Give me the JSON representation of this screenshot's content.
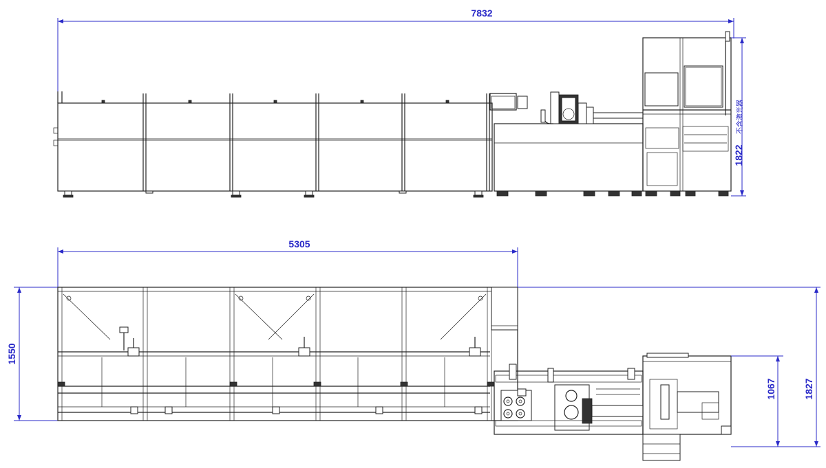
{
  "dimensions": {
    "top_total_length": "7832",
    "top_height": "1822",
    "top_height_note": "不含激光器",
    "bottom_loader_length": "5305",
    "bottom_left_width": "1550",
    "bottom_right_inner": "1067",
    "bottom_right_outer": "1827"
  },
  "colors": {
    "dimension": "#2a2ac8",
    "machine_line": "#222222",
    "background": "#ffffff"
  }
}
